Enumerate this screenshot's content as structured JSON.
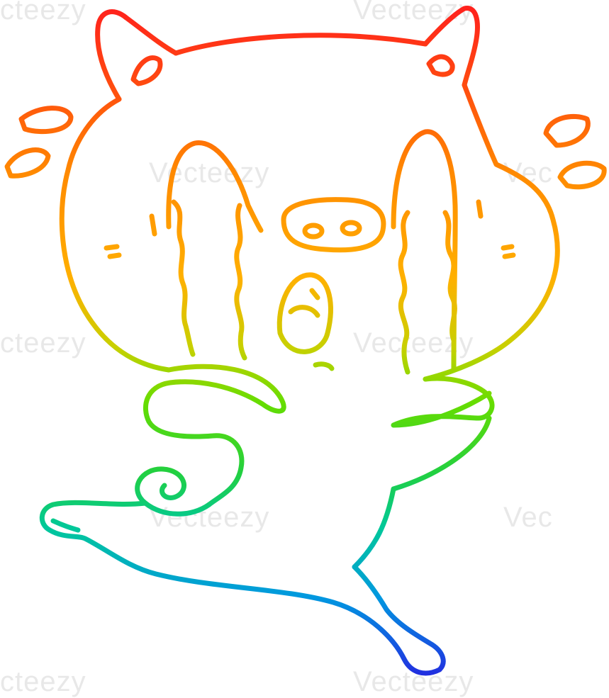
{
  "illustration": {
    "subject": "crying-pig-cartoon",
    "stroke_gradient": [
      "#ff1e1e",
      "#ff7a00",
      "#ffc400",
      "#66dd00",
      "#00cc66",
      "#00a0e0",
      "#2020e0"
    ]
  },
  "watermark": {
    "text": "Vecteezy",
    "left_partial": "cteezy",
    "right_partial": "Vec"
  }
}
